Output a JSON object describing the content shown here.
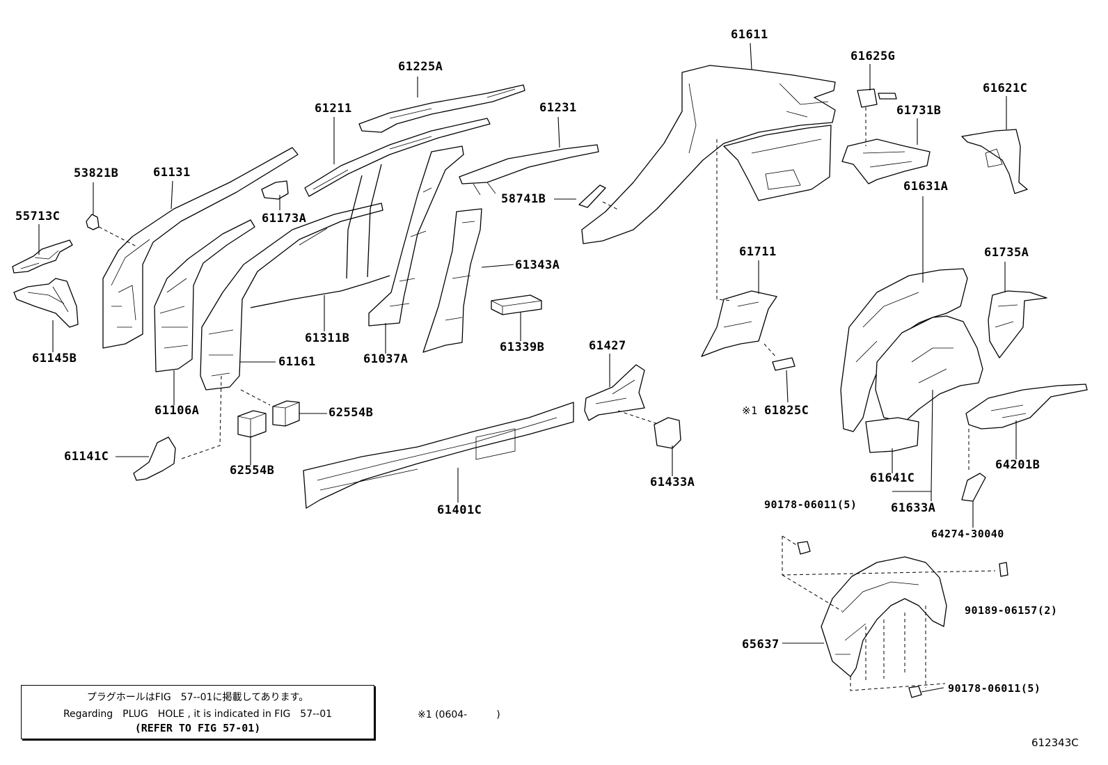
{
  "labels": {
    "p61611": "61611",
    "p61625G": "61625G",
    "p61225A": "61225A",
    "p61621C": "61621C",
    "p61211": "61211",
    "p61231": "61231",
    "p61731B": "61731B",
    "p53821B": "53821B",
    "p61131": "61131",
    "p58741B": "58741B",
    "p55713C": "55713C",
    "p61173A": "61173A",
    "p61631A": "61631A",
    "p61711": "61711",
    "p61735A": "61735A",
    "p61343A": "61343A",
    "p61311B": "61311B",
    "p61145B": "61145B",
    "p61339B": "61339B",
    "p61037A": "61037A",
    "p61161": "61161",
    "p61427": "61427",
    "p61825C": "61825C",
    "p61825C_mark": "※1",
    "p61106A": "61106A",
    "p62554B_a": "62554B",
    "p62554B_b": "62554B",
    "p61141C": "61141C",
    "p64201B": "64201B",
    "p61433A": "61433A",
    "p61641C": "61641C",
    "p61401C": "61401C",
    "p61633A": "61633A",
    "p90178_top": "90178-06011(5)",
    "p64274": "64274-30040",
    "p90189": "90189-06157(2)",
    "p65637": "65637",
    "p90178_bottom": "90178-06011(5)"
  },
  "note": {
    "line1": "プラグホールはFIG　57--01に掲載してあります。",
    "line2": "Regarding　PLUG　HOLE , it is indicated in FIG　57--01",
    "line3": "(REFER TO FIG 57-01)"
  },
  "footnote": "※1 (0604-　　　)",
  "drawing_code": "612343C"
}
